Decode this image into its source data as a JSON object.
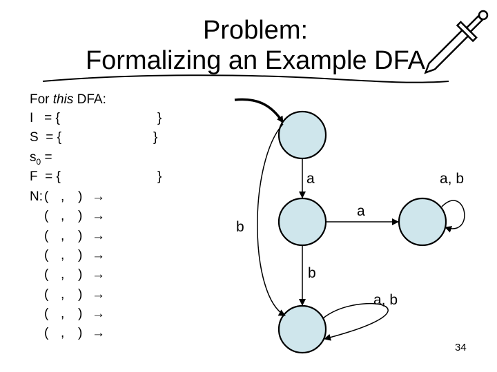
{
  "title": {
    "line1": "Problem:",
    "line2": "Formalizing an Example DFA"
  },
  "definitions": {
    "intro_prefix": "For ",
    "intro_italic": "this",
    "intro_suffix": " DFA:",
    "I_label": "I   = {",
    "I_close": "}",
    "S_label": "S  = {",
    "S_close": "}",
    "s0_label": "s",
    "s0_sub": "0",
    "s0_eq": " =",
    "F_label": "F  = {",
    "F_close": "}"
  },
  "transitions": {
    "N_label": "N:",
    "open": "(",
    "comma": ",",
    "close": ")",
    "arrow": "→",
    "row_count": 8
  },
  "diagram": {
    "state_fill": "#cfe6ec",
    "states": [
      "top",
      "middle",
      "right",
      "bottom"
    ],
    "edge_labels": {
      "top_to_middle": "a",
      "right_self_loop": "a, b",
      "middle_to_right": "a",
      "top_to_bottom": "b",
      "middle_to_bottom": "b",
      "bottom_self_loop": "a, b"
    }
  },
  "logo": "sword-icon",
  "page_number": "34"
}
